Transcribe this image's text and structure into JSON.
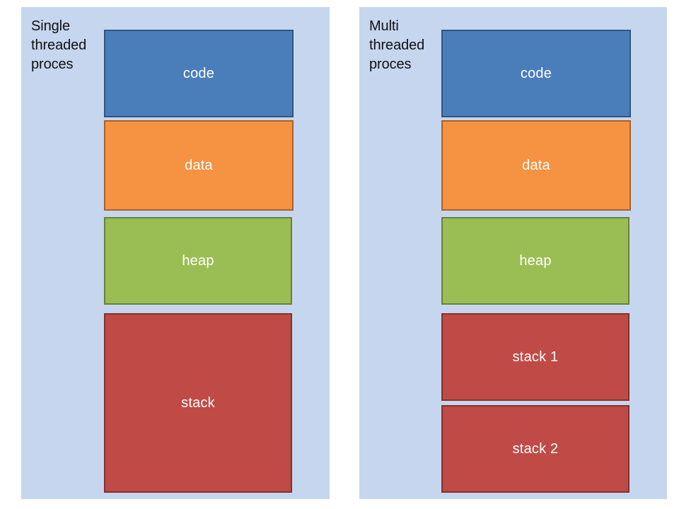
{
  "diagram": {
    "title_single": "Single\nthreaded\nproces",
    "title_multi": "Multi\nthreaded\nproces",
    "colors": {
      "panel_background": "#c6d6ef",
      "canvas_background": "#ffffff",
      "code": "#4a7ebb",
      "data": "#f59342",
      "heap": "#9bbe54",
      "stack": "#c04a45",
      "segment_border": "rgba(0,0,0,0.32)",
      "segment_label": "#ffffff",
      "title_text": "#111111"
    },
    "panels": [
      {
        "name": "single-threaded-process",
        "title": "Single\nthreaded\nproces",
        "segments": [
          {
            "key": "code",
            "label": "code",
            "color": "#4a7ebb"
          },
          {
            "key": "data",
            "label": "data",
            "color": "#f59342"
          },
          {
            "key": "heap",
            "label": "heap",
            "color": "#9bbe54"
          },
          {
            "key": "stack",
            "label": "stack",
            "color": "#c04a45"
          }
        ]
      },
      {
        "name": "multi-threaded-process",
        "title": "Multi\nthreaded\nproces",
        "segments": [
          {
            "key": "code",
            "label": "code",
            "color": "#4a7ebb"
          },
          {
            "key": "data",
            "label": "data",
            "color": "#f59342"
          },
          {
            "key": "heap",
            "label": "heap",
            "color": "#9bbe54"
          },
          {
            "key": "stack1",
            "label": "stack 1",
            "color": "#c04a45"
          },
          {
            "key": "stack2",
            "label": "stack 2",
            "color": "#c04a45"
          }
        ]
      }
    ]
  }
}
